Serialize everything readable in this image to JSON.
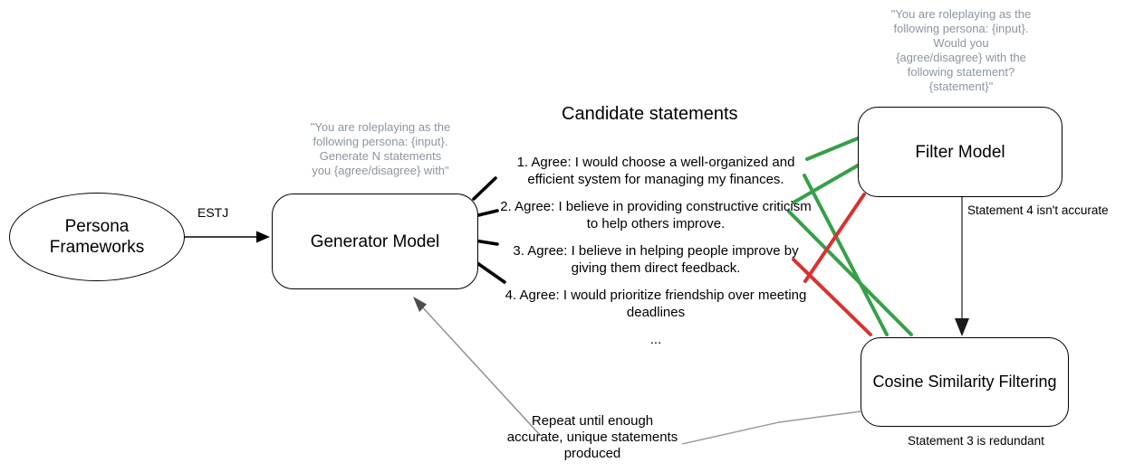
{
  "colors": {
    "accept": "#36a048",
    "reject": "#d93230",
    "muted_text": "#8b95a1",
    "annotation_wire": "#8c8c8c",
    "stroke": "#000000"
  },
  "nodes": {
    "persona": {
      "label": "Persona Frameworks"
    },
    "generator": {
      "label": "Generator Model",
      "prompt_lines": [
        "\"You are roleplaying as the",
        "following persona: {input}.",
        "Generate N statements",
        "you {agree/disagree} with\""
      ]
    },
    "filter": {
      "label": "Filter Model",
      "prompt_lines": [
        "\"You are roleplaying as the",
        "following persona: {input}.",
        "Would you",
        "{agree/disagree} with the",
        "following statement?",
        "{statement}\""
      ]
    },
    "cosine": {
      "label": "Cosine Similarity Filtering"
    }
  },
  "candidates": {
    "title": "Candidate statements",
    "items": [
      "1. Agree: I would choose a well-organized and efficient system for managing my finances.",
      "2. Agree: I believe in providing constructive criticism to help others improve.",
      "3. Agree: I believe in helping people improve by giving them direct feedback.",
      "4. Agree: I would prioritize friendship over meeting deadlines"
    ],
    "ellipsis": "..."
  },
  "edges": {
    "estj_label": "ESTJ",
    "filter_note": "Statement 4 isn't accurate",
    "cosine_note": "Statement 3 is redundant",
    "repeat_note": "Repeat until enough accurate, unique statements produced"
  }
}
